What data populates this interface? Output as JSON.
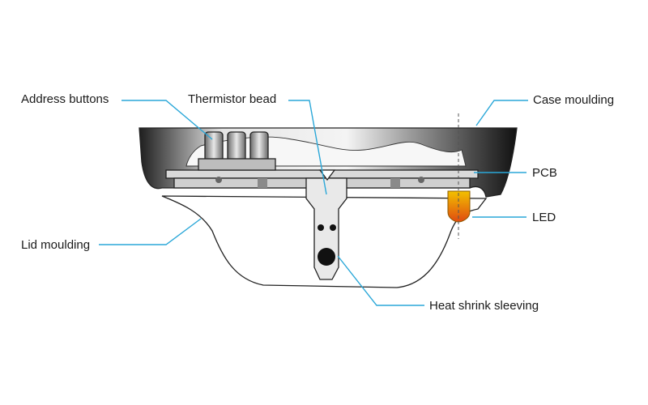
{
  "labels": {
    "address_buttons": "Address buttons",
    "thermistor_bead": "Thermistor bead",
    "case_moulding": "Case moulding",
    "pcb": "PCB",
    "led": "LED",
    "lid_moulding": "Lid moulding",
    "heat_shrink_sleeving": "Heat shrink sleeving"
  },
  "colors": {
    "leader_line": "#2aa7d8",
    "outline": "#222222",
    "led_top": "#f2c100",
    "led_bottom": "#e04a10"
  }
}
